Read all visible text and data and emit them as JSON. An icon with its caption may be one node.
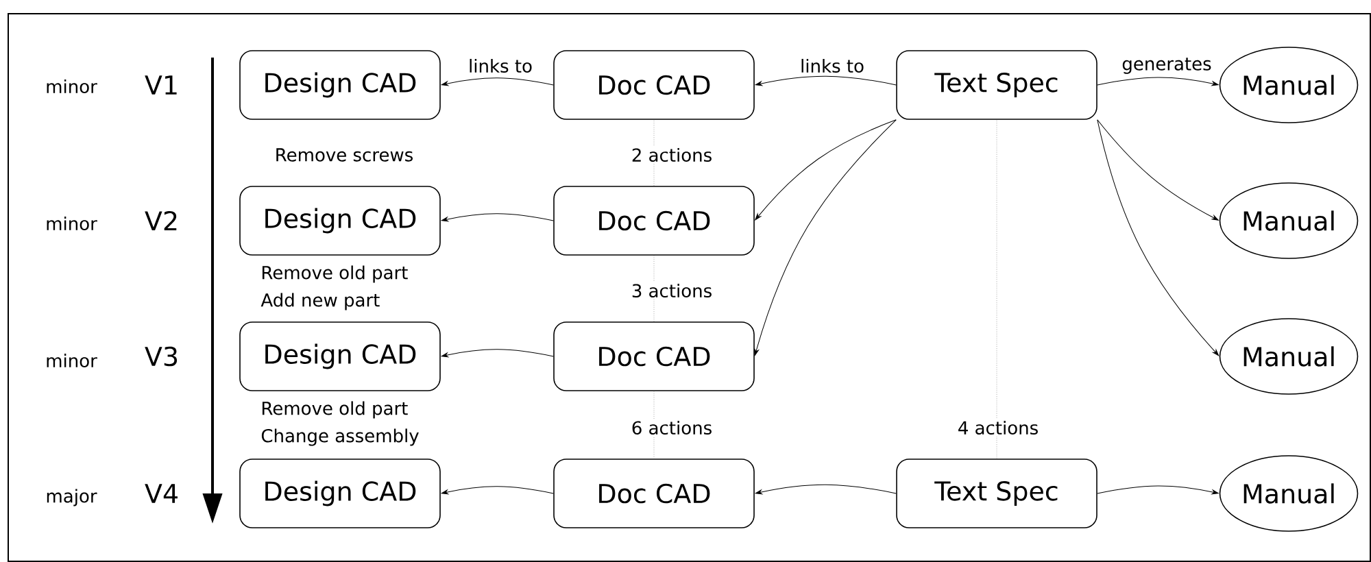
{
  "diagram": {
    "nodes": [
      {
        "text": [
          "Design CAD"
        ]
      },
      {
        "text": [
          "Doc CAD"
        ]
      },
      {
        "text": [
          "Text Spec"
        ]
      },
      {
        "text": [
          "Manual"
        ]
      },
      {
        "text": [
          "Design CAD"
        ]
      },
      {
        "text": [
          "Doc CAD"
        ]
      },
      {
        "text": [
          "Manual"
        ]
      },
      {
        "text": [
          "Design CAD"
        ]
      },
      {
        "text": [
          "Doc CAD"
        ]
      },
      {
        "text": [
          "Manual"
        ]
      },
      {
        "text": [
          "Design CAD"
        ]
      },
      {
        "text": [
          "Doc CAD"
        ]
      },
      {
        "text": [
          "Text Spec"
        ]
      },
      {
        "text": [
          "Manual"
        ]
      }
    ],
    "edges": [
      {
        "from": 1,
        "to": 0,
        "arrow": "to",
        "label": "links to"
      },
      {
        "from": 2,
        "to": 1,
        "arrow": "to",
        "label": "links to"
      },
      {
        "from": 2,
        "to": 3,
        "arrow": "to",
        "label": "generates"
      },
      {
        "from": 5,
        "to": 4,
        "arrow": "to"
      },
      {
        "from": 2,
        "to": 5,
        "arrow": "to"
      },
      {
        "from": 2,
        "to": 6,
        "arrow": "to"
      },
      {
        "from": 8,
        "to": 7,
        "arrow": "to"
      },
      {
        "from": 2,
        "to": 8,
        "arrow": "to"
      },
      {
        "from": 2,
        "to": 9,
        "arrow": "to"
      },
      {
        "from": 11,
        "to": 10,
        "arrow": "to"
      },
      {
        "from": 12,
        "to": 11,
        "arrow": "to"
      },
      {
        "from": 12,
        "to": 13,
        "arrow": "to"
      },
      {
        "from": 1,
        "to": 5,
        "arrow": "none",
        "style": "dashed",
        "color": "#808080",
        "label": "2 actions"
      },
      {
        "from": 5,
        "to": 8,
        "arrow": "none",
        "style": "dashed",
        "color": "#808080",
        "label": "3 actions"
      },
      {
        "from": 8,
        "to": 11,
        "arrow": "none",
        "style": "dashed",
        "color": "#808080",
        "label": "6 actions"
      },
      {
        "from": 2,
        "to": 12,
        "arrow": "none",
        "style": "dashed",
        "color": "#808080",
        "label": "4 actions"
      }
    ],
    "labels": [
      "minor",
      "V1",
      "Remove screws",
      "minor",
      "V2",
      "Remove old part",
      "Add new part",
      "minor",
      "V3",
      "Remove old part",
      "Change assembly",
      "major",
      "V4"
    ]
  }
}
